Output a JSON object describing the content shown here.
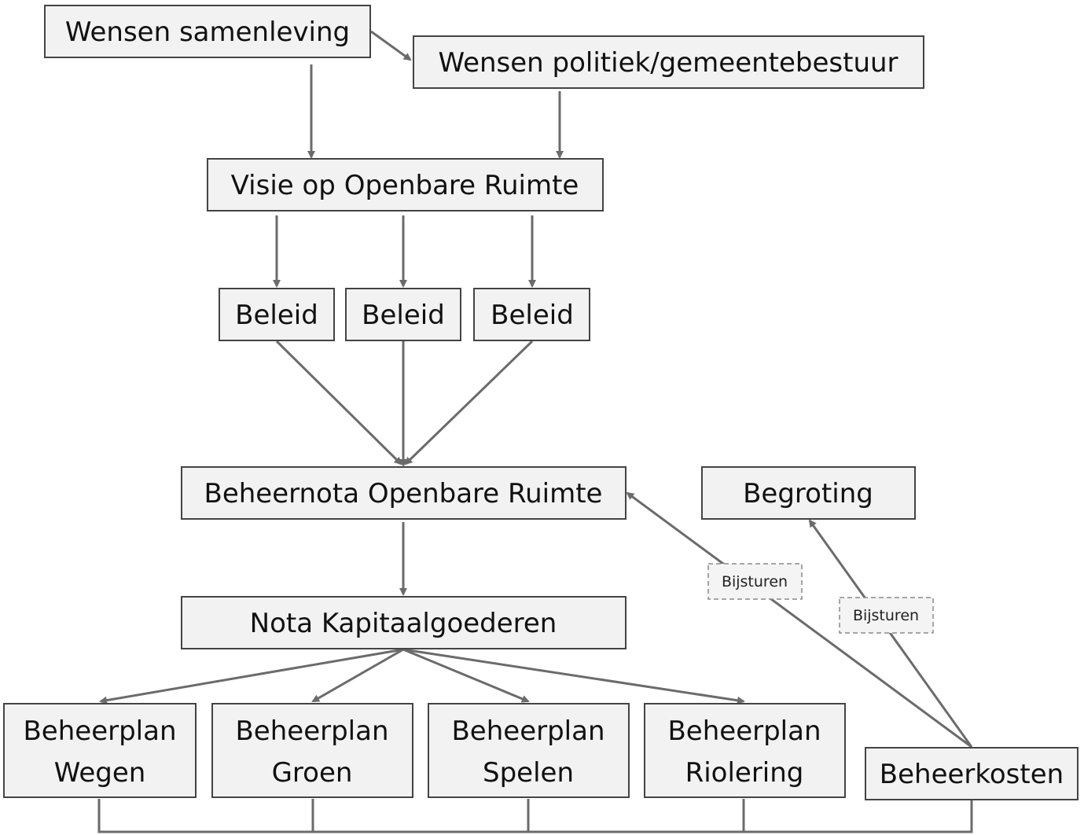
{
  "nodes": {
    "wensen_samenleving": "Wensen samenleving",
    "wensen_politiek": "Wensen politiek/gemeentebestuur",
    "visie": "Visie op Openbare Ruimte",
    "beleid_1": "Beleid",
    "beleid_2": "Beleid",
    "beleid_3": "Beleid",
    "beheernota": "Beheernota Openbare Ruimte",
    "begroting": "Begroting",
    "nota_kapitaalgoederen": "Nota Kapitaalgoederen",
    "beheerplan_wegen": [
      "Beheerplan",
      "Wegen"
    ],
    "beheerplan_groen": [
      "Beheerplan",
      "Groen"
    ],
    "beheerplan_spelen": [
      "Beheerplan",
      "Spelen"
    ],
    "beheerplan_riolering": [
      "Beheerplan",
      "Riolering"
    ],
    "beheerkosten": "Beheerkosten"
  },
  "notes": {
    "bijsturen_1": "Bijsturen",
    "bijsturen_2": "Bijsturen"
  },
  "edges": [
    {
      "from": "wensen_samenleving",
      "to": "wensen_politiek"
    },
    {
      "from": "wensen_samenleving",
      "to": "visie"
    },
    {
      "from": "wensen_politiek",
      "to": "visie"
    },
    {
      "from": "visie",
      "to": "beleid_1"
    },
    {
      "from": "visie",
      "to": "beleid_2"
    },
    {
      "from": "visie",
      "to": "beleid_3"
    },
    {
      "from": "beleid_1",
      "to": "beheernota"
    },
    {
      "from": "beleid_2",
      "to": "beheernota"
    },
    {
      "from": "beleid_3",
      "to": "beheernota"
    },
    {
      "from": "beheernota",
      "to": "nota_kapitaalgoederen"
    },
    {
      "from": "nota_kapitaalgoederen",
      "to": "beheerplan_wegen"
    },
    {
      "from": "nota_kapitaalgoederen",
      "to": "beheerplan_groen"
    },
    {
      "from": "nota_kapitaalgoederen",
      "to": "beheerplan_spelen"
    },
    {
      "from": "nota_kapitaalgoederen",
      "to": "beheerplan_riolering"
    },
    {
      "from": "beheerkosten",
      "to": "beheernota",
      "label": "bijsturen_1"
    },
    {
      "from": "beheerkosten",
      "to": "begroting",
      "label": "bijsturen_2"
    },
    {
      "from": "beheerplan_wegen",
      "to": "beheerkosten"
    },
    {
      "from": "beheerplan_groen",
      "to": "beheerkosten"
    },
    {
      "from": "beheerplan_spelen",
      "to": "beheerkosten"
    },
    {
      "from": "beheerplan_riolering",
      "to": "beheerkosten"
    }
  ],
  "colors": {
    "box_fill": "#f2f2f2",
    "box_border": "#444444",
    "edge": "#6b6b6b",
    "text": "#111111"
  }
}
